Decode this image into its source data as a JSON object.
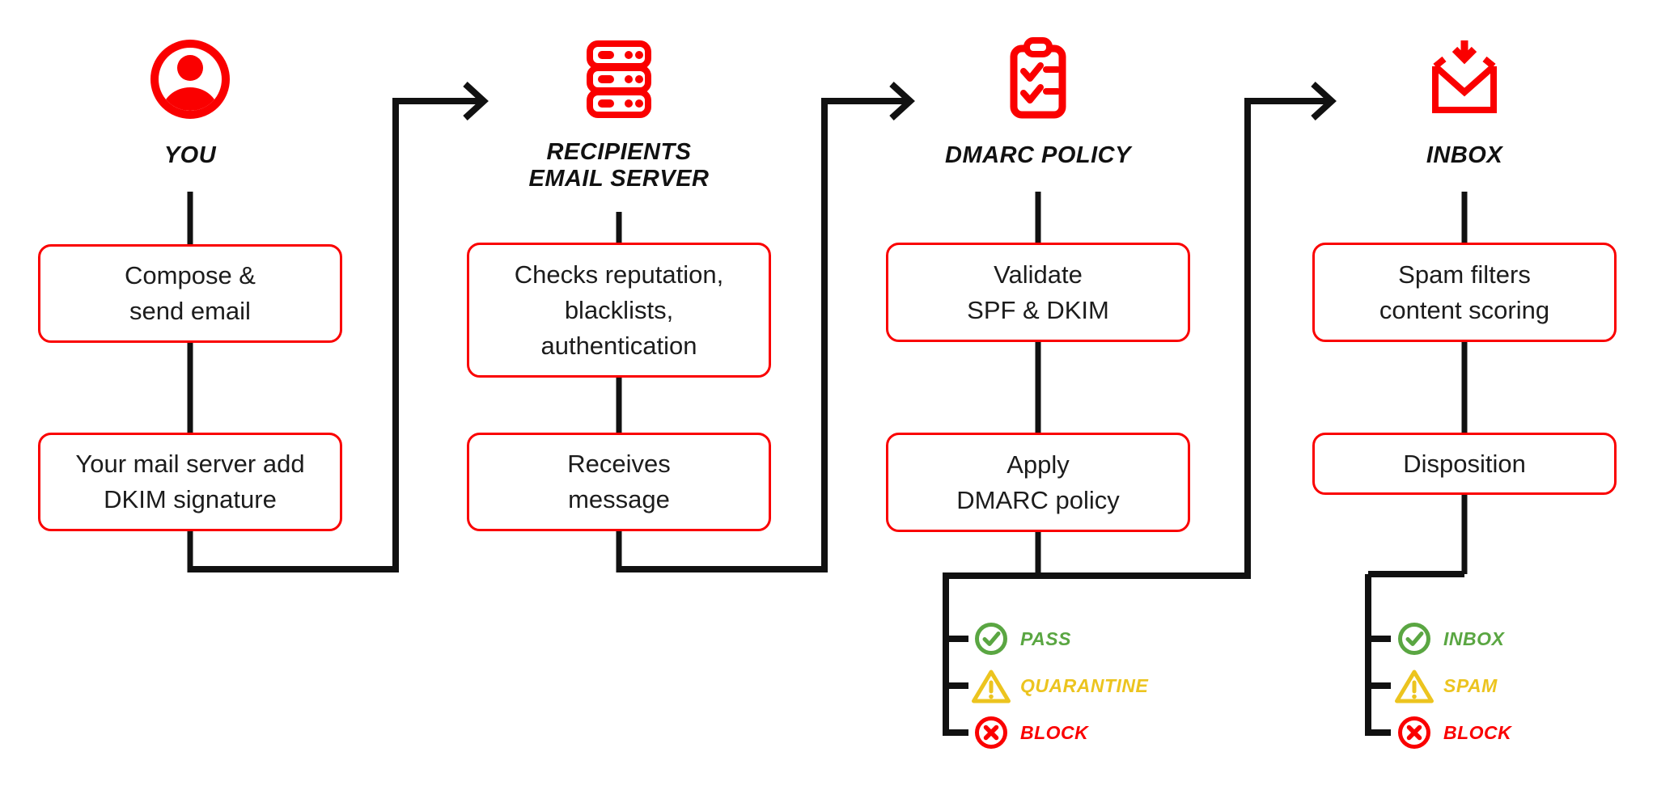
{
  "diagram": {
    "background": "#ffffff",
    "colors": {
      "accent_red": "#fa0000",
      "line_black": "#111111",
      "pass_green": "#5aa642",
      "warn_yellow": "#ecc41f",
      "block_red": "#fa0000",
      "text_black": "#1c1c1c"
    },
    "columns": [
      {
        "icon": "person-icon",
        "title_lines": [
          "YOU"
        ],
        "boxes": [
          {
            "lines": [
              "Compose &",
              "send email"
            ]
          },
          {
            "lines": [
              "Your mail server add",
              "DKIM signature"
            ]
          }
        ]
      },
      {
        "icon": "server-icon",
        "title_lines": [
          "RECIPIENTS",
          "EMAIL SERVER"
        ],
        "boxes": [
          {
            "lines": [
              "Checks reputation,",
              "blacklists,",
              "authentication"
            ]
          },
          {
            "lines": [
              "Receives",
              "message"
            ]
          }
        ]
      },
      {
        "icon": "clipboard-icon",
        "title_lines": [
          "DMARC POLICY"
        ],
        "boxes": [
          {
            "lines": [
              "Validate",
              "SPF & DKIM"
            ]
          },
          {
            "lines": [
              "Apply",
              "DMARC policy"
            ]
          }
        ],
        "outcomes": [
          {
            "icon": "check-circle-icon",
            "label": "PASS",
            "color": "#5aa642"
          },
          {
            "icon": "warning-triangle-icon",
            "label": "QUARANTINE",
            "color": "#ecc41f"
          },
          {
            "icon": "x-circle-icon",
            "label": "BLOCK",
            "color": "#fa0000"
          }
        ]
      },
      {
        "icon": "inbox-icon",
        "title_lines": [
          "INBOX"
        ],
        "boxes": [
          {
            "lines": [
              "Spam filters",
              "content scoring"
            ]
          },
          {
            "lines": [
              "Disposition"
            ]
          }
        ],
        "outcomes": [
          {
            "icon": "check-circle-icon",
            "label": "INBOX",
            "color": "#5aa642"
          },
          {
            "icon": "warning-triangle-icon",
            "label": "SPAM",
            "color": "#ecc41f"
          },
          {
            "icon": "x-circle-icon",
            "label": "BLOCK",
            "color": "#fa0000"
          }
        ]
      }
    ]
  }
}
